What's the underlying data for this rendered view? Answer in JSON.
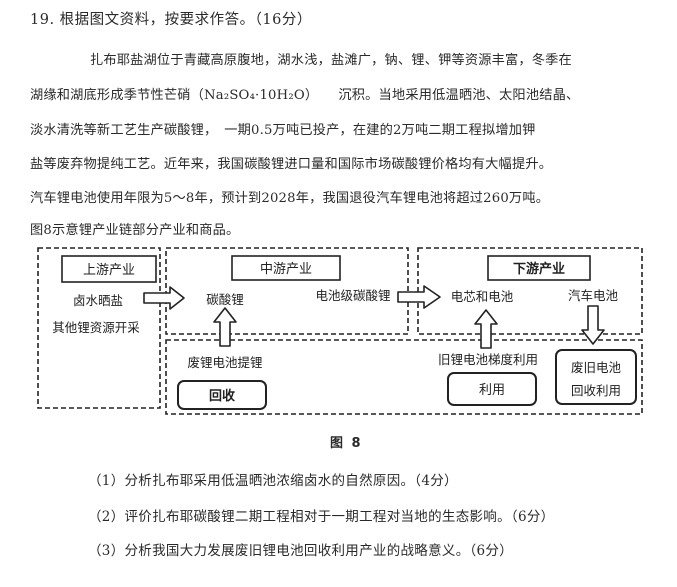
{
  "question": {
    "title": "19. 根据图文资料，按要求作答。（16分）",
    "paragraph_lines": [
      "扎布耶盐湖位于青藏高原腹地，湖水浅，盐滩广，钠、锂、钾等资源丰富，冬季在",
      "湖缘和湖底形成季节性芒硝（Na₂SO₄·10H₂O）　　沉积。当地采用低温晒池、太阳池结晶、",
      "淡水清洗等新工艺生产碳酸锂，　一期0.5万吨已投产，在建的2万吨二期工程拟增加钾",
      "盐等废弃物提纯工艺。近年来，我国碳酸锂进口量和国际市场碳酸锂价格均有大幅提升。",
      "汽车锂电池使用年限为5～8年，预计到2028年，我国退役汽车锂电池将超过260万吨。",
      "图8示意锂产业链部分产业和商品。"
    ],
    "sub_questions": [
      "（1）分析扎布耶采用低温晒池浓缩卤水的自然原因。（4分）",
      "（2）评价扎布耶碳酸锂二期工程相对于一期工程对当地的生态影响。（6分）",
      "（3）分析我国大力发展废旧锂电池回收利用产业的战略意义。（6分）"
    ]
  },
  "diagram": {
    "caption": "图 8",
    "upstream": {
      "heading": "上游产业",
      "items": [
        "卤水晒盐",
        "其他锂资源开采"
      ]
    },
    "midstream": {
      "heading": "中游产业",
      "product": "碳酸锂",
      "battery_grade": "电池级碳酸锂"
    },
    "downstream": {
      "heading": "下游产业",
      "cell": "电芯和电池",
      "ev_battery": "汽车电池"
    },
    "recycling": {
      "extraction": "废锂电池提锂",
      "recycle": "回收",
      "cascade_label": "旧锂电池梯度利用",
      "cascade_box": "利用",
      "waste_line1": "废旧电池",
      "waste_line2": "回收利用"
    }
  }
}
